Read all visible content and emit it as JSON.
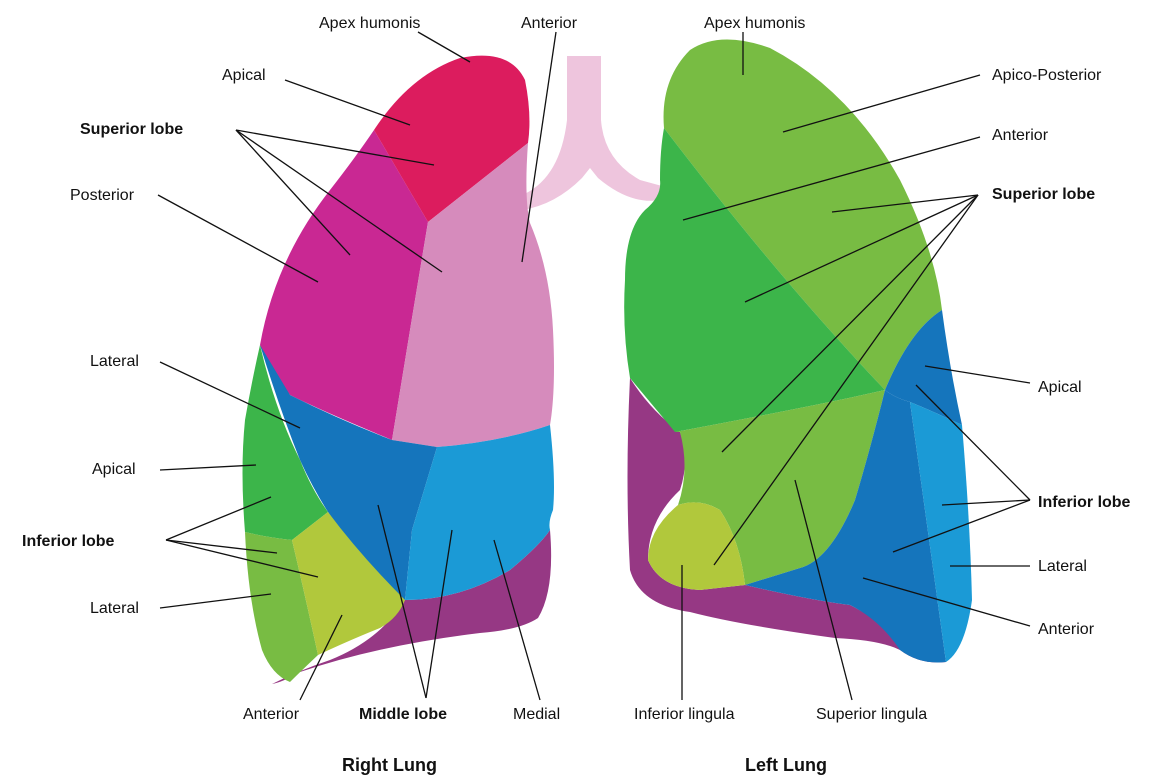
{
  "colors": {
    "trachea": "#eec5dd",
    "apex_right": "#dc1c5e",
    "posterior_right": "#c92893",
    "anterior_right": "#d68bbc",
    "lateral_middle": "#1575bc",
    "medial_middle": "#1b9ad6",
    "diaphragm": "#963884",
    "inferior_green": "#3cb54a",
    "inferior_light_green": "#78bc43",
    "inferior_yellow_green": "#b1c83c",
    "left_apico_posterior": "#78bc43",
    "left_anterior": "#3cb54a"
  },
  "labels": {
    "r_apex": "Apex humonis",
    "r_apical": "Apical",
    "r_superior": "Superior lobe",
    "r_posterior": "Posterior",
    "r_anterior": "Anterior",
    "r_lateral": "Lateral",
    "r_apical_inf": "Apical",
    "r_inferior": "Inferior lobe",
    "r_lateral_inf": "Lateral",
    "r_anterior_inf": "Anterior",
    "r_middle": "Middle lobe",
    "r_medial": "Medial",
    "l_apex": "Apex humonis",
    "l_apico_posterior": "Apico-Posterior",
    "l_anterior": "Anterior",
    "l_superior": "Superior lobe",
    "l_apical": "Apical",
    "l_inferior": "Inferior lobe",
    "l_lateral": "Lateral",
    "l_anterior_inf": "Anterior",
    "l_inferior_lingula": "Inferior lingula",
    "l_superior_lingula": "Superior lingula"
  },
  "titles": {
    "right": "Right Lung",
    "left": "Left Lung"
  }
}
